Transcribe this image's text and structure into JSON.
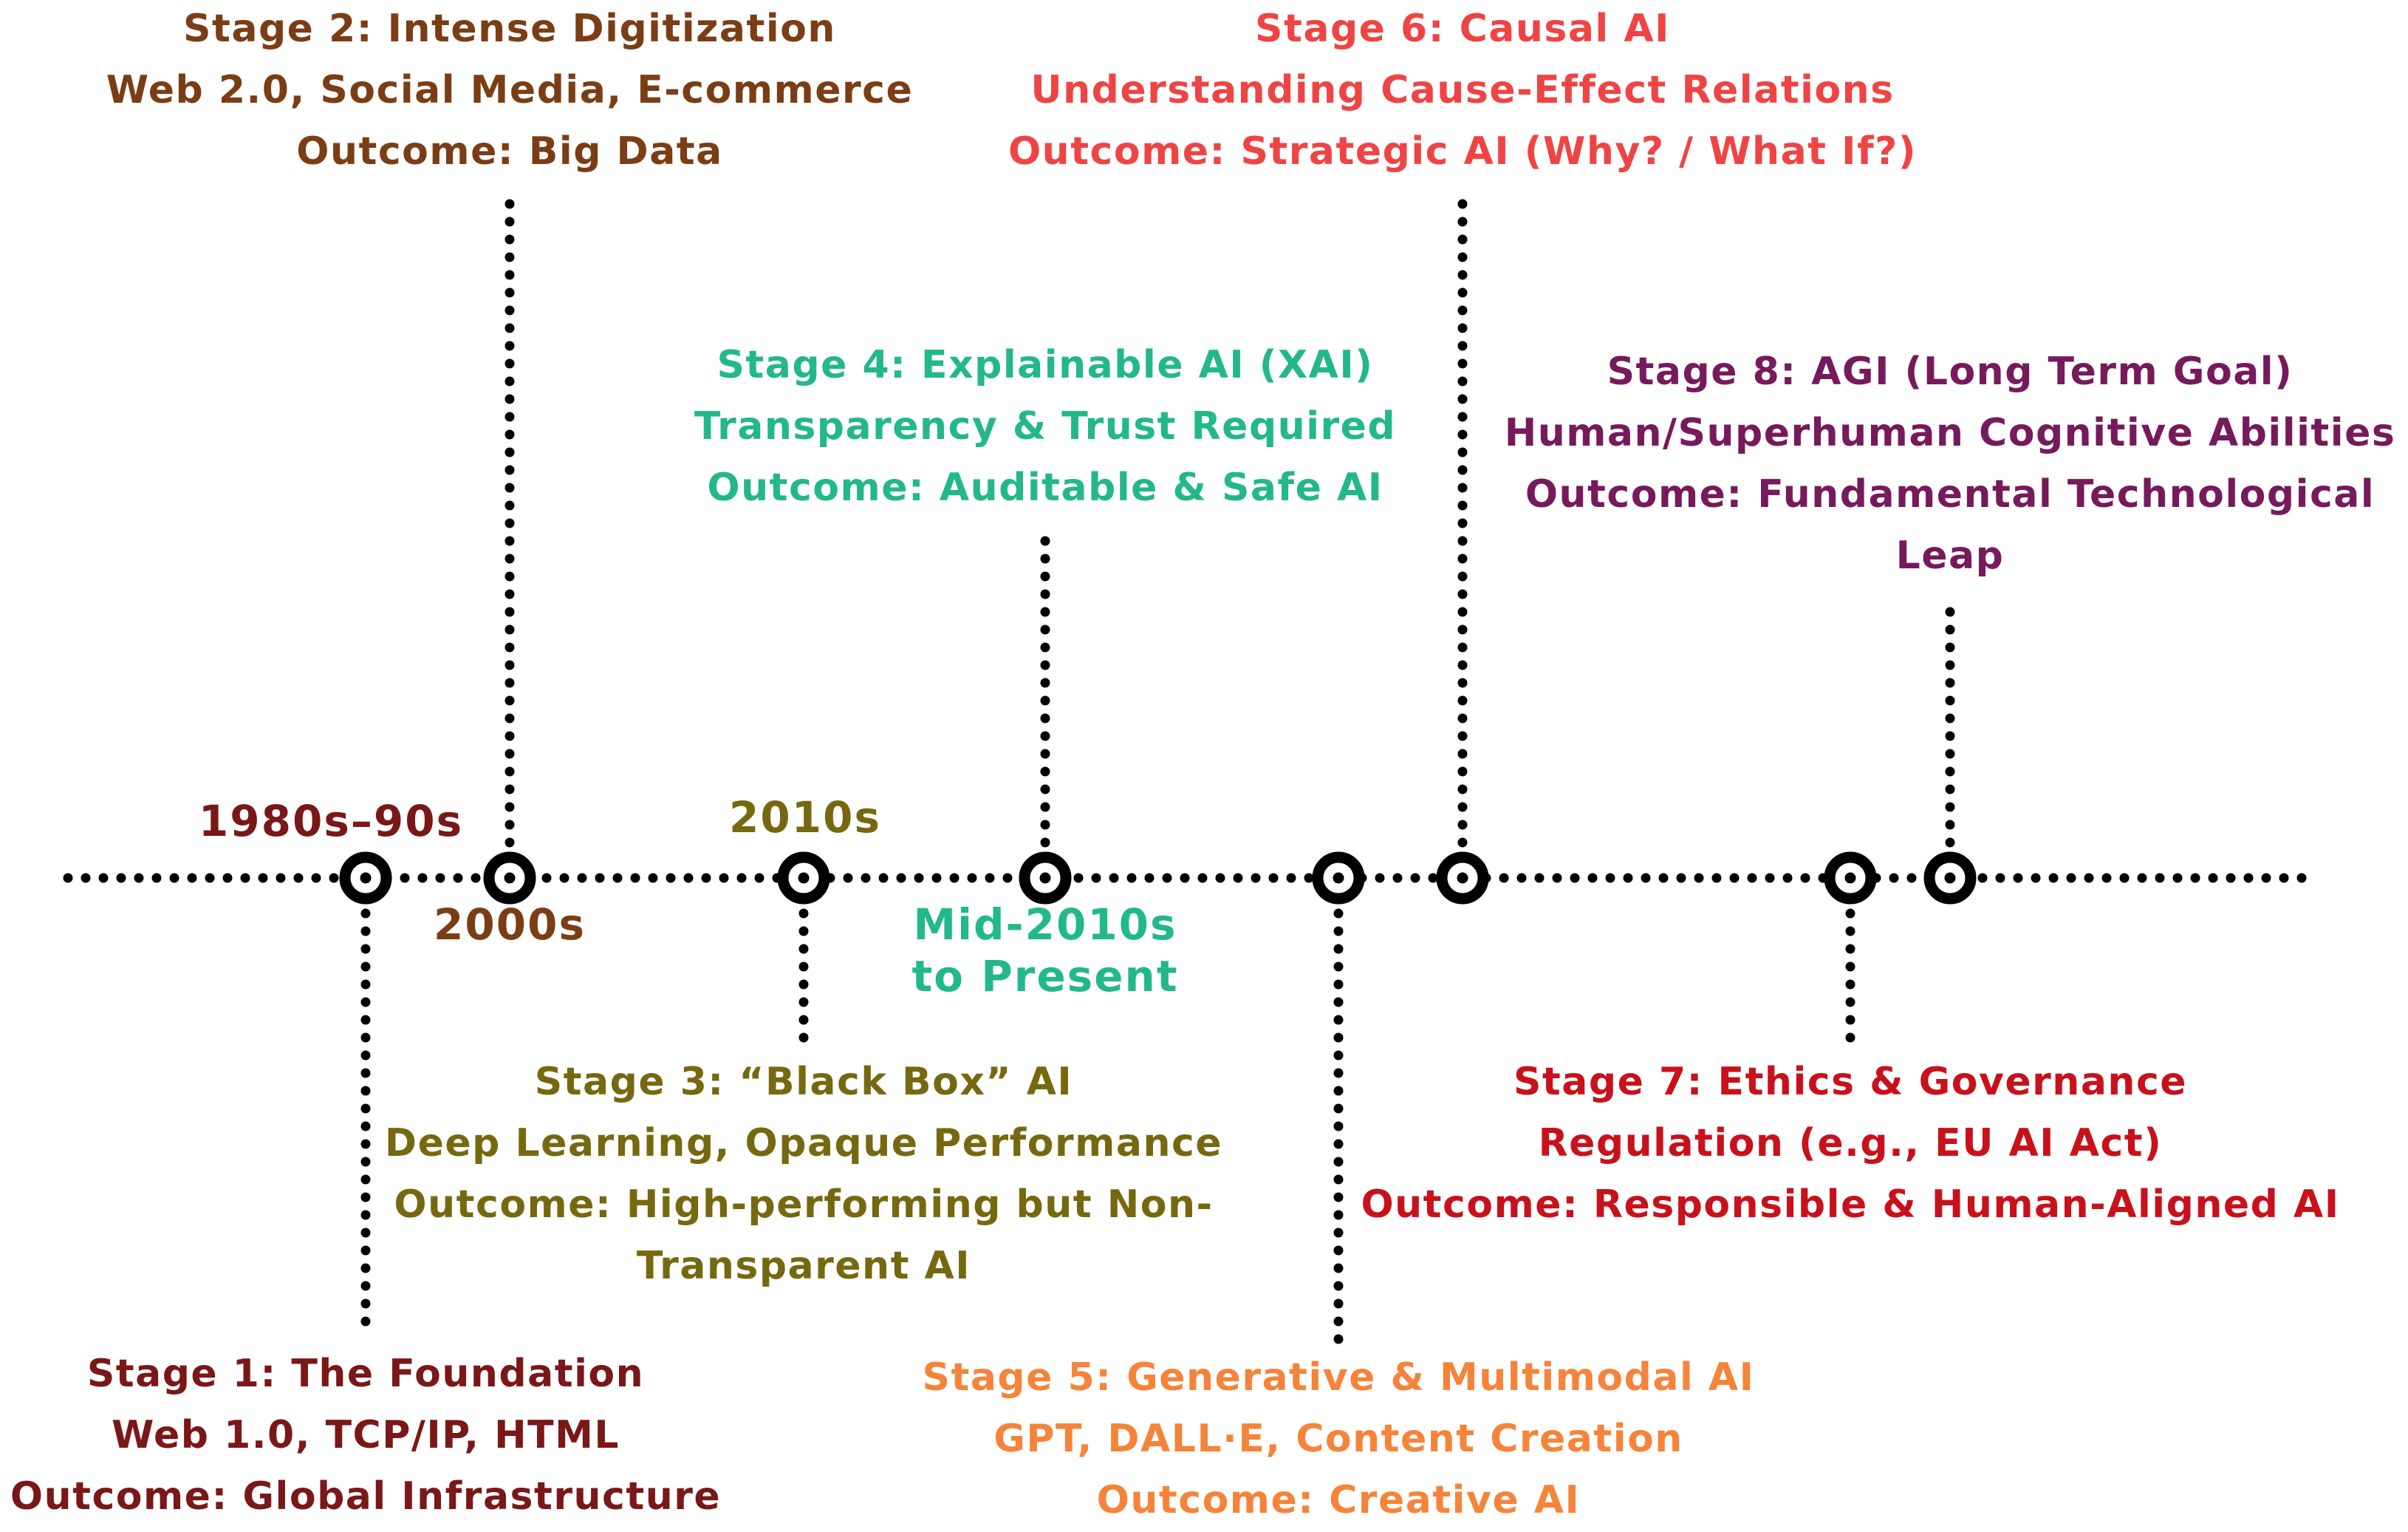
{
  "colors": {
    "axis": "#000000",
    "stage1": "#7a1717",
    "stage2": "#7b3d14",
    "stage3": "#76680f",
    "stage4": "#23b78c",
    "stage5": "#f5843a",
    "stage6": "#ef4444",
    "stage7": "#c8111b",
    "stage8": "#761a5c"
  },
  "eras": [
    {
      "label": "1980s–90s",
      "color": "stage1"
    },
    {
      "label": "2000s",
      "color": "stage2"
    },
    {
      "label": "2010s",
      "color": "stage3"
    },
    {
      "label": "Mid-2010s",
      "color": "stage4"
    },
    {
      "label": "to Present",
      "color": "stage4"
    }
  ],
  "stages": [
    {
      "lines": [
        "Stage 1: The Foundation",
        "Web 1.0, TCP/IP, HTML",
        "Outcome: Global Infrastructure"
      ],
      "color": "stage1"
    },
    {
      "lines": [
        "Stage 2: Intense Digitization",
        "Web 2.0, Social Media, E-commerce",
        "Outcome: Big Data"
      ],
      "color": "stage2"
    },
    {
      "lines": [
        "Stage 3: “Black Box” AI",
        "Deep Learning, Opaque Performance",
        "Outcome: High-performing but Non-",
        "Transparent AI"
      ],
      "color": "stage3"
    },
    {
      "lines": [
        "Stage 4: Explainable AI (XAI)",
        "Transparency & Trust Required",
        "Outcome: Auditable & Safe AI"
      ],
      "color": "stage4"
    },
    {
      "lines": [
        "Stage 5: Generative & Multimodal AI",
        "GPT, DALL·E, Content Creation",
        "Outcome: Creative AI"
      ],
      "color": "stage5"
    },
    {
      "lines": [
        "Stage 6: Causal AI",
        "Understanding Cause-Effect Relations",
        "Outcome: Strategic AI (Why? / What If?)"
      ],
      "color": "stage6"
    },
    {
      "lines": [
        "Stage 7: Ethics & Governance",
        "Regulation (e.g., EU AI Act)",
        "Outcome: Responsible & Human-Aligned AI"
      ],
      "color": "stage7"
    },
    {
      "lines": [
        "Stage 8: AGI (Long Term Goal)",
        "Human/Superhuman Cognitive Abilities",
        "Outcome: Fundamental Technological",
        "Leap"
      ],
      "color": "stage8"
    }
  ]
}
